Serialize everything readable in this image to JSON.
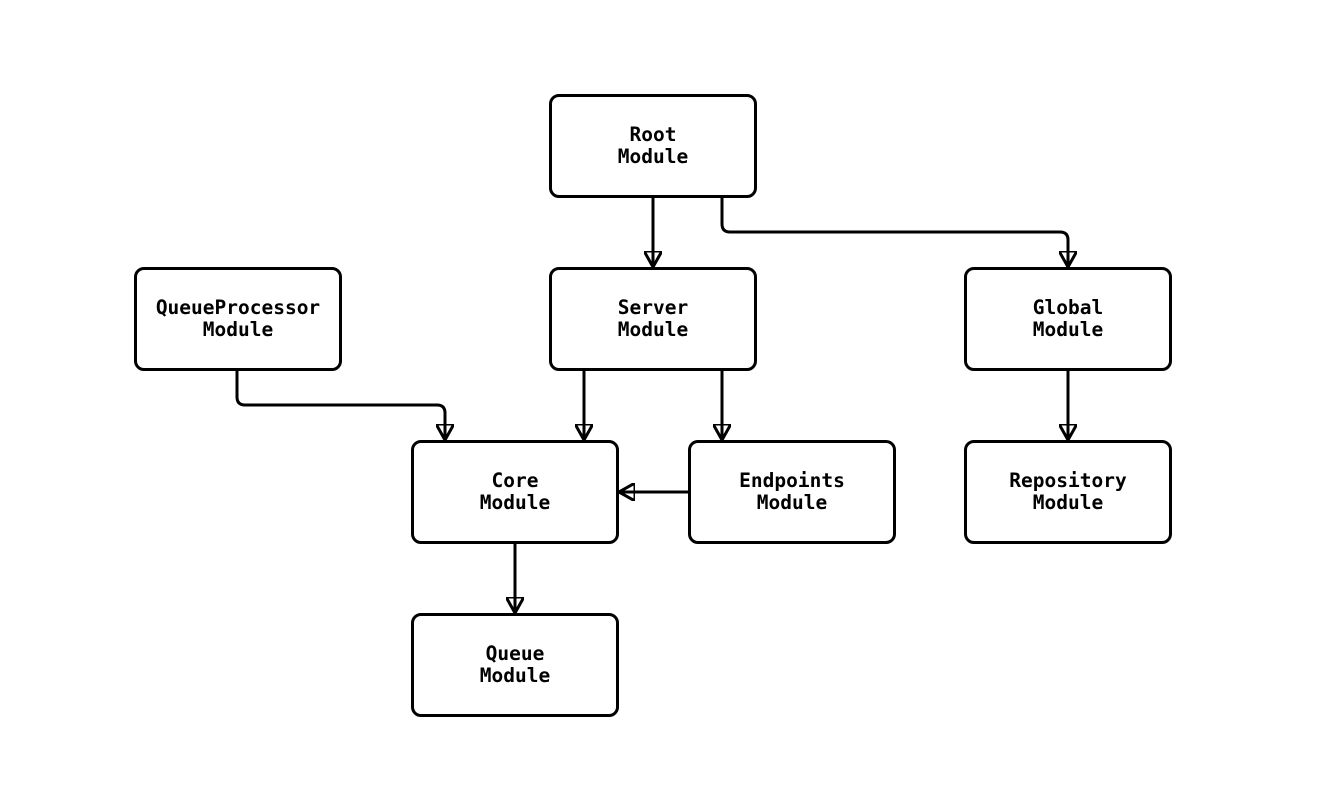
{
  "diagram": {
    "type": "module-dependency-flowchart",
    "background_color": "#ffffff",
    "node_style": {
      "fill": "#ffffff",
      "border_color": "#000000",
      "text_color": "#000000"
    },
    "edge_color": "#000000",
    "nodes": {
      "root": {
        "label": "Root\nModule"
      },
      "queueprocessor": {
        "label": "QueueProcessor\nModule"
      },
      "server": {
        "label": "Server\nModule"
      },
      "global": {
        "label": "Global\nModule"
      },
      "core": {
        "label": "Core\nModule"
      },
      "endpoints": {
        "label": "Endpoints\nModule"
      },
      "repository": {
        "label": "Repository\nModule"
      },
      "queue": {
        "label": "Queue\nModule"
      }
    },
    "edges": [
      {
        "from": "root",
        "to": "server"
      },
      {
        "from": "root",
        "to": "global"
      },
      {
        "from": "server",
        "to": "core"
      },
      {
        "from": "server",
        "to": "endpoints"
      },
      {
        "from": "endpoints",
        "to": "core"
      },
      {
        "from": "queueprocessor",
        "to": "core"
      },
      {
        "from": "global",
        "to": "repository"
      },
      {
        "from": "core",
        "to": "queue"
      }
    ]
  }
}
